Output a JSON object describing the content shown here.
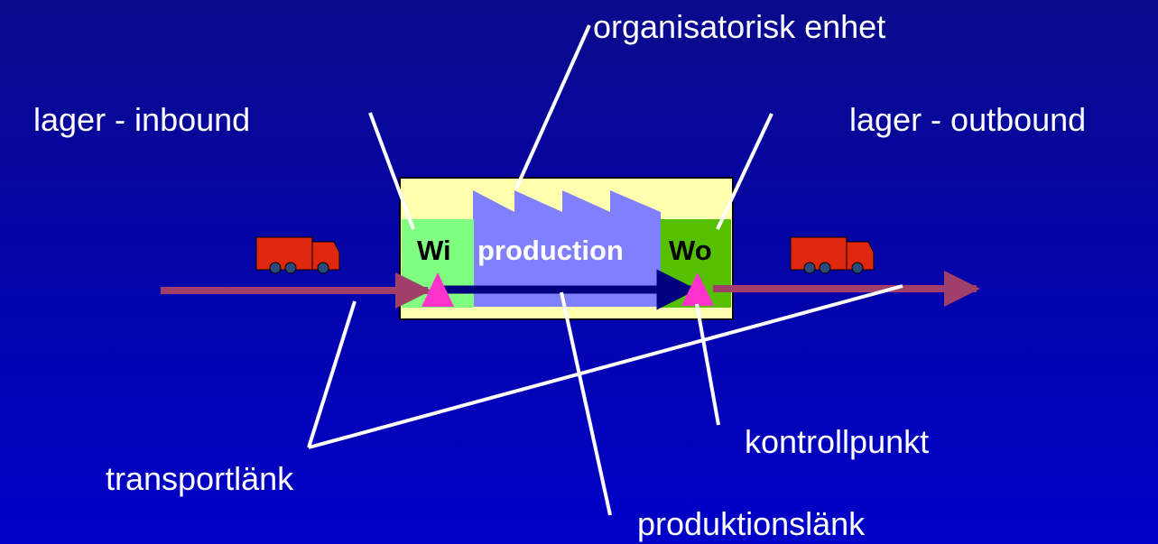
{
  "labels": {
    "organizational_unit": "organisatorisk enhet",
    "warehouse_inbound": "lager - inbound",
    "warehouse_outbound": "lager - outbound",
    "control_point": "kontrollpunkt",
    "transport_link": "transportlänk",
    "production_link": "produktionslänk"
  },
  "boxes": {
    "inbound": "Wi",
    "production": "production",
    "outbound": "Wo"
  },
  "colors": {
    "background": "#0404a6",
    "unit_box": "#ffffb0",
    "inbound_box": "#80ff80",
    "outbound_box": "#55c000",
    "factory": "#8080ff",
    "transport_arrow": "#a0406a",
    "production_arrow": "#000080",
    "control_point": "#ff33cc",
    "truck": "#e02810",
    "leader_lines": "#ffffff"
  },
  "icons": [
    "truck-icon",
    "factory-icon",
    "control-point-icon"
  ]
}
